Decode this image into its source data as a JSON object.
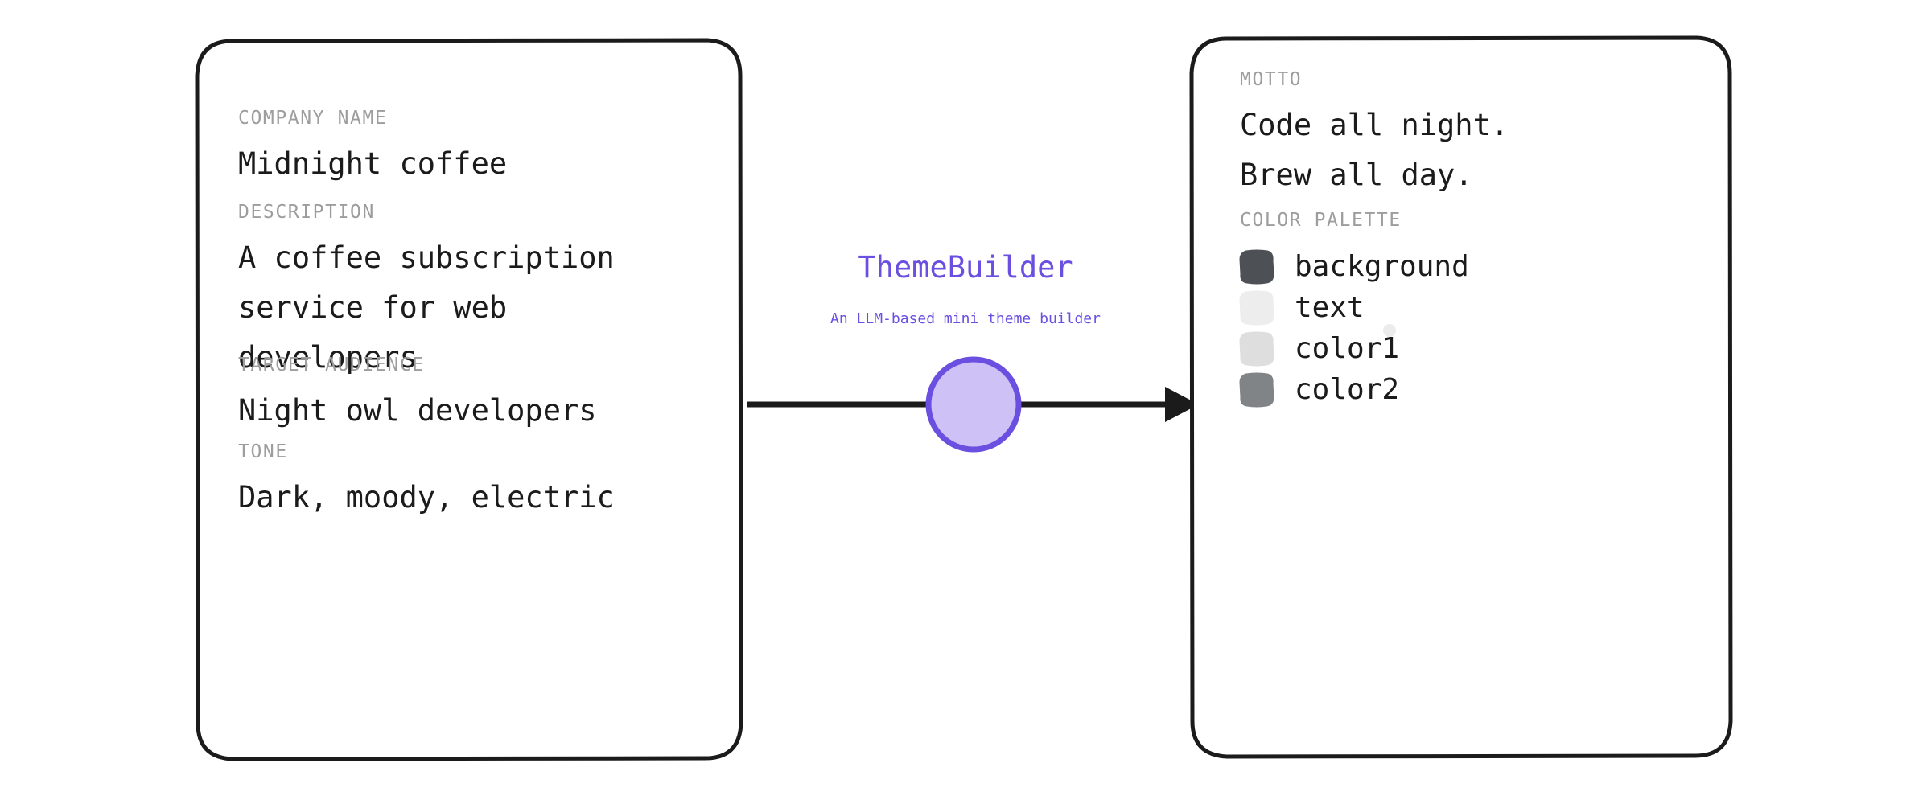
{
  "app": {
    "title": "ThemeBuilder",
    "subtitle": "An LLM-based mini theme builder",
    "accent_color": "#6a4fe0",
    "accent_fill_color": "#cdc1f5"
  },
  "input_panel": {
    "fields": [
      {
        "label": "COMPANY NAME",
        "value": "Midnight coffee"
      },
      {
        "label": "DESCRIPTION",
        "value": "A coffee subscription\nservice for web\ndevelopers"
      },
      {
        "label": "TARGET AUDIENCE",
        "value": "Night owl developers"
      },
      {
        "label": "TONE",
        "value": "Dark, moody, electric"
      }
    ]
  },
  "output_panel": {
    "motto_label": "MOTTO",
    "motto_value": "Code all night.\nBrew all day.",
    "palette_label": "COLOR PALETTE",
    "palette": [
      {
        "name": "background",
        "hex": "#3e4247"
      },
      {
        "name": "text",
        "hex": "#ececec"
      },
      {
        "name": "color1",
        "hex": "#dcdcdc"
      },
      {
        "name": "color2",
        "hex": "#767a7d"
      }
    ]
  },
  "icons": {
    "arrow": "arrow-right-icon",
    "node": "process-node-icon"
  }
}
